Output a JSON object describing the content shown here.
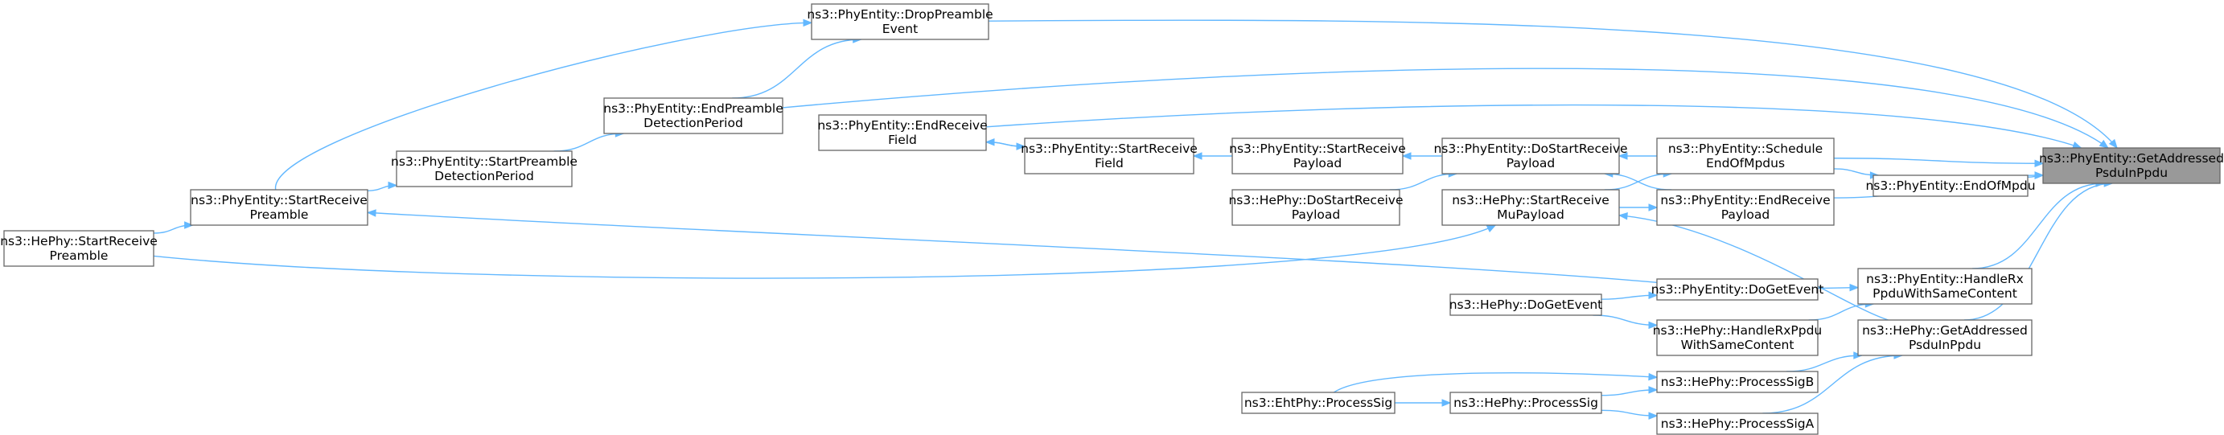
{
  "diagram": {
    "title": "",
    "nodes": [
      {
        "id": "GetAddressedPsduInPpdu",
        "lines": [
          "ns3::PhyEntity::GetAddressed",
          "PsduInPpdu"
        ],
        "highlight": true
      },
      {
        "id": "DropPreambleEvent",
        "lines": [
          "ns3::PhyEntity::DropPreamble",
          "Event"
        ]
      },
      {
        "id": "EndPreambleDetectionPeriod",
        "lines": [
          "ns3::PhyEntity::EndPreamble",
          "DetectionPeriod"
        ]
      },
      {
        "id": "EndReceiveField",
        "lines": [
          "ns3::PhyEntity::EndReceive",
          "Field"
        ]
      },
      {
        "id": "StartReceiveField",
        "lines": [
          "ns3::PhyEntity::StartReceive",
          "Field"
        ]
      },
      {
        "id": "StartReceivePayload",
        "lines": [
          "ns3::PhyEntity::StartReceive",
          "Payload"
        ]
      },
      {
        "id": "DoStartReceivePayload",
        "lines": [
          "ns3::PhyEntity::DoStartReceive",
          "Payload"
        ]
      },
      {
        "id": "ScheduleEndOfMpdus",
        "lines": [
          "ns3::PhyEntity::Schedule",
          "EndOfMpdus"
        ]
      },
      {
        "id": "EndOfMpdu",
        "lines": [
          "ns3::PhyEntity::EndOfMpdu"
        ]
      },
      {
        "id": "EndReceivePayload",
        "lines": [
          "ns3::PhyEntity::EndReceive",
          "Payload"
        ]
      },
      {
        "id": "StartPreambleDetectionPeriod",
        "lines": [
          "ns3::PhyEntity::StartPreamble",
          "DetectionPeriod"
        ]
      },
      {
        "id": "PhyStartReceivePreamble",
        "lines": [
          "ns3::PhyEntity::StartReceive",
          "Preamble"
        ]
      },
      {
        "id": "HeStartReceivePreamble",
        "lines": [
          "ns3::HePhy::StartReceive",
          "Preamble"
        ]
      },
      {
        "id": "HeDoStartReceivePayload",
        "lines": [
          "ns3::HePhy::DoStartReceive",
          "Payload"
        ]
      },
      {
        "id": "HeStartReceiveMuPayload",
        "lines": [
          "ns3::HePhy::StartReceive",
          "MuPayload"
        ]
      },
      {
        "id": "HandleRxPpduWithSameContent",
        "lines": [
          "ns3::PhyEntity::HandleRx",
          "PpduWithSameContent"
        ]
      },
      {
        "id": "PhyDoGetEvent",
        "lines": [
          "ns3::PhyEntity::DoGetEvent"
        ]
      },
      {
        "id": "HeDoGetEvent",
        "lines": [
          "ns3::HePhy::DoGetEvent"
        ]
      },
      {
        "id": "HeHandleRxPpduWithSameContent",
        "lines": [
          "ns3::HePhy::HandleRxPpdu",
          "WithSameContent"
        ]
      },
      {
        "id": "HeGetAddressedPsduInPpdu",
        "lines": [
          "ns3::HePhy::GetAddressed",
          "PsduInPpdu"
        ]
      },
      {
        "id": "HeProcessSigB",
        "lines": [
          "ns3::HePhy::ProcessSigB"
        ]
      },
      {
        "id": "HeProcessSig",
        "lines": [
          "ns3::HePhy::ProcessSig"
        ]
      },
      {
        "id": "EhtProcessSig",
        "lines": [
          "ns3::EhtPhy::ProcessSig"
        ]
      },
      {
        "id": "HeProcessSigA",
        "lines": [
          "ns3::HePhy::ProcessSigA"
        ]
      }
    ],
    "edges": [
      {
        "from": "DropPreambleEvent",
        "to": "GetAddressedPsduInPpdu"
      },
      {
        "from": "EndPreambleDetectionPeriod",
        "to": "GetAddressedPsduInPpdu"
      },
      {
        "from": "EndReceiveField",
        "to": "GetAddressedPsduInPpdu"
      },
      {
        "from": "ScheduleEndOfMpdus",
        "to": "GetAddressedPsduInPpdu"
      },
      {
        "from": "EndOfMpdu",
        "to": "GetAddressedPsduInPpdu"
      },
      {
        "from": "EndReceivePayload",
        "to": "GetAddressedPsduInPpdu"
      },
      {
        "from": "HandleRxPpduWithSameContent",
        "to": "GetAddressedPsduInPpdu"
      },
      {
        "from": "HeGetAddressedPsduInPpdu",
        "to": "GetAddressedPsduInPpdu"
      },
      {
        "from": "EndPreambleDetectionPeriod",
        "to": "DropPreambleEvent"
      },
      {
        "from": "PhyStartReceivePreamble",
        "to": "DropPreambleEvent"
      },
      {
        "from": "StartPreambleDetectionPeriod",
        "to": "EndPreambleDetectionPeriod"
      },
      {
        "from": "StartReceiveField",
        "to": "EndReceiveField"
      },
      {
        "from": "EndReceiveField",
        "to": "StartReceiveField"
      },
      {
        "from": "StartReceivePayload",
        "to": "StartReceiveField"
      },
      {
        "from": "DoStartReceivePayload",
        "to": "StartReceivePayload"
      },
      {
        "from": "ScheduleEndOfMpdus",
        "to": "DoStartReceivePayload"
      },
      {
        "from": "HeDoStartReceivePayload",
        "to": "DoStartReceivePayload"
      },
      {
        "from": "EndReceivePayload",
        "to": "DoStartReceivePayload"
      },
      {
        "from": "ScheduleEndOfMpdus",
        "to": "EndOfMpdu"
      },
      {
        "from": "HeStartReceiveMuPayload",
        "to": "ScheduleEndOfMpdus"
      },
      {
        "from": "HeStartReceiveMuPayload",
        "to": "EndReceivePayload"
      },
      {
        "from": "HeGetAddressedPsduInPpdu",
        "to": "HeStartReceiveMuPayload"
      },
      {
        "from": "HeStartReceivePreamble",
        "to": "HeStartReceiveMuPayload"
      },
      {
        "from": "PhyStartReceivePreamble",
        "to": "StartPreambleDetectionPeriod"
      },
      {
        "from": "HeStartReceivePreamble",
        "to": "PhyStartReceivePreamble"
      },
      {
        "from": "PhyDoGetEvent",
        "to": "PhyStartReceivePreamble"
      },
      {
        "from": "PhyDoGetEvent",
        "to": "HandleRxPpduWithSameContent"
      },
      {
        "from": "HeDoGetEvent",
        "to": "PhyDoGetEvent"
      },
      {
        "from": "HeDoGetEvent",
        "to": "HeHandleRxPpduWithSameContent"
      },
      {
        "from": "HeHandleRxPpduWithSameContent",
        "to": "HandleRxPpduWithSameContent"
      },
      {
        "from": "HeProcessSigB",
        "to": "HeGetAddressedPsduInPpdu"
      },
      {
        "from": "HeProcessSigA",
        "to": "HeGetAddressedPsduInPpdu"
      },
      {
        "from": "HeProcessSig",
        "to": "HeProcessSigB"
      },
      {
        "from": "EhtProcessSig",
        "to": "HeProcessSigB"
      },
      {
        "from": "HeProcessSig",
        "to": "HeProcessSigA"
      },
      {
        "from": "EhtProcessSig",
        "to": "HeProcessSig"
      }
    ]
  }
}
